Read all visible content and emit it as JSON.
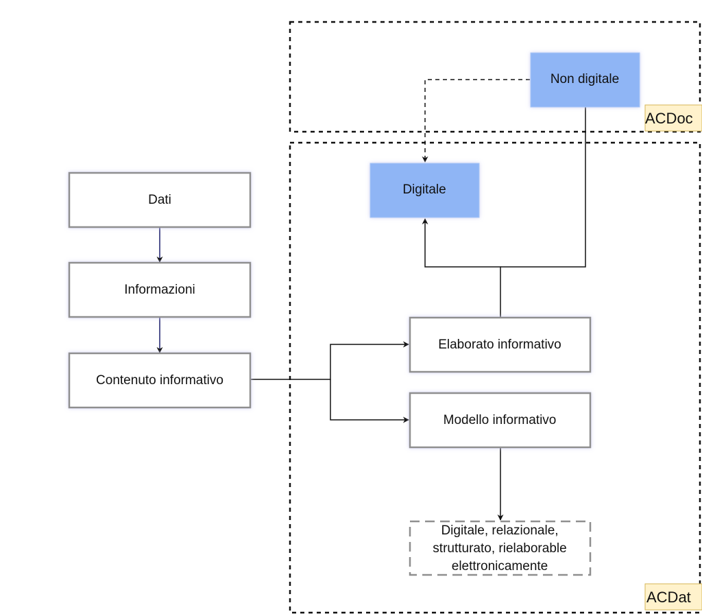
{
  "colors": {
    "box_border": "#8f8f8f",
    "box_fill": "#ffffff",
    "highlight_fill": "#8fb5f5",
    "tag_fill": "#fff2cc",
    "tag_border": "#d6b656",
    "connector": "#111111",
    "data_connector": "#1b1f6b"
  },
  "containers": {
    "acdoc": {
      "label": "ACDoc"
    },
    "acdat": {
      "label": "ACDat"
    }
  },
  "nodes": {
    "dati": {
      "label": "Dati"
    },
    "informazioni": {
      "label": "Informazioni"
    },
    "contenuto": {
      "label": "Contenuto informativo"
    },
    "elaborato": {
      "label": "Elaborato informativo"
    },
    "modello": {
      "label": "Modello informativo"
    },
    "digitale": {
      "label": "Digitale"
    },
    "non_digitale": {
      "label": "Non digitale"
    },
    "note": {
      "line1": "Digitale, relazionale,",
      "line2": "strutturato, rielaborable",
      "line3": "elettronicamente"
    }
  }
}
